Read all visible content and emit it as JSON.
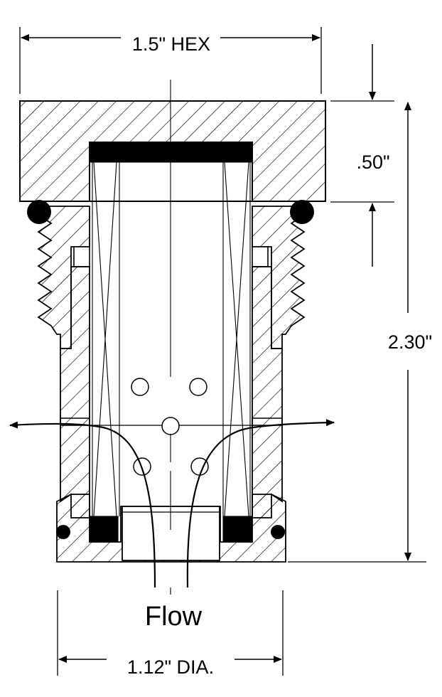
{
  "dimensions": {
    "hex": "1.5\" HEX",
    "thread_length": ".50\"",
    "overall_length": "2.30\"",
    "diameter": "1.12\" DIA."
  },
  "labels": {
    "flow": "Flow"
  }
}
